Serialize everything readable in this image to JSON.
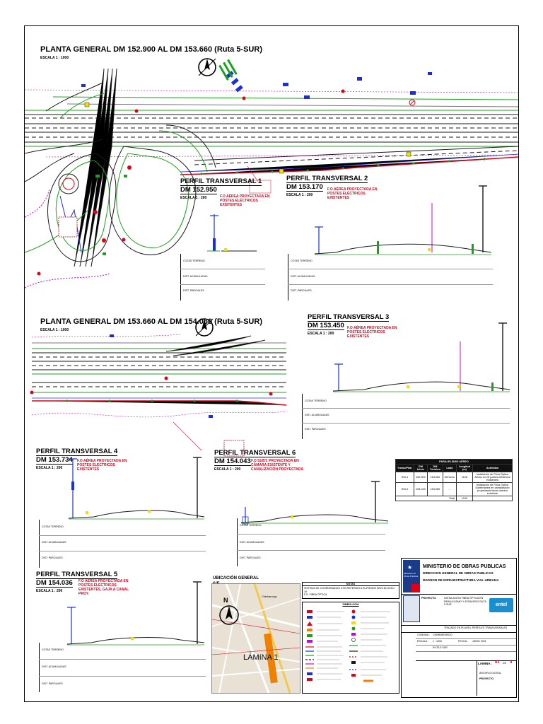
{
  "plans": [
    {
      "title": "PLANTA GENERAL DM 152.900 AL DM 153.660 (Ruta 5-SUR)",
      "scale": "ESCALA 1 : 1000"
    },
    {
      "title": "PLANTA GENERAL DM 153.660 AL DM 154.060 (Ruta 5-SUR)",
      "scale": "ESCALA 1 : 1000"
    }
  ],
  "profiles": [
    {
      "title": "PERFIL TRANSVERSAL 1",
      "dm": "DM 152.950",
      "scale": "ESCALA 1 : 200",
      "note": "F.O AÉREA PROYECTADA EN\nPOSTES ELÉCTRICOS\nEXISTENTES"
    },
    {
      "title": "PERFIL TRANSVERSAL 2",
      "dm": "DM 153.170",
      "scale": "ESCALA 1 : 200",
      "note": "F.O AÉREA PROYECTADA EN\nPOSTES ELÉCTRICOS\nEXISTENTES"
    },
    {
      "title": "PERFIL TRANSVERSAL 3",
      "dm": "DM 153.450",
      "scale": "ESCALA 1 : 200",
      "note": "F.O AÉREA PROYECTADA EN\nPOSTES ELÉCTRICOS\nEXISTENTES"
    },
    {
      "title": "PERFIL TRANSVERSAL 4",
      "dm": "DM 153.734",
      "scale": "ESCALA 1 : 200",
      "note": "F.O AÉREA PROYECTADA EN\nPOSTES ELÉCTRICOS\nEXISTENTES"
    },
    {
      "title": "PERFIL TRANSVERSAL 6",
      "dm": "DM 154.043",
      "scale": "ESCALA 1 : 200",
      "note": "F.O SUBT. PROYECTADA EN\nCÁMARA EXISTENTE Y\nCANALIZACIÓN PROYECTADA"
    },
    {
      "title": "PERFIL TRANSVERSAL 5",
      "dm": "DM 154.036",
      "scale": "ESCALA 1 : 200",
      "note": "F.O AÉREA PROYECTADA EN\nPOSTES ELÉCTRICOS\nEXISTENTES, GAJA A CANAL\nPROY."
    }
  ],
  "profile_rows": [
    "COTAS TERRENO",
    "DIST. ACUMULADAS",
    "DIST. PARCIALES"
  ],
  "location": {
    "title": "UBICACIÓN GENERAL",
    "scale": "S/E",
    "label": "LÁMINA 1",
    "north": "N",
    "place": "Chimbarongo"
  },
  "notes": {
    "title": "NOTAS",
    "text": "SISTEMA DE COORDENADAS UTM REFERIDO A ELIPSOIDE WGS 84 HUSO 19\nF.O. FIBRA ÓPTICA"
  },
  "legend": {
    "title": "SIMBOLOGIA"
  },
  "table": {
    "title": "PARALELISMO AÉREO",
    "headers": [
      "Tramo/Pilar",
      "DM Inicio",
      "DM Término",
      "Lado",
      "Longitud (m)",
      "Actividad"
    ],
    "rows": [
      [
        "S/N-1",
        "152.900",
        "154.060",
        "Derecho",
        "1126",
        "Instalación de Fibra Óptica Aérea en 26 postes eléctricos existentes"
      ],
      [
        "S/N-2",
        "154.043",
        "154.060",
        "-",
        "",
        "Instalación de Fibra Óptica Subterránea en canalización proyectada hacia cámara existente"
      ]
    ],
    "total_label": "Total",
    "total_value": "1210"
  },
  "cartouche": {
    "logo_text": "Ministerio de Obras Públicas",
    "org1": "MINISTERIO DE OBRAS PUBLICAS",
    "org2": "DIRECCION GENERAL DE OBRAS PUBLICAS",
    "org3": "DIVISION DE INFRAESTRUCTURA VIAL URBANA",
    "proyecto_label": "PROYECTO:",
    "proyecto_text": "INSTALACIÓN FIBRA ÓPTICA EN PARALELISMO Y ATRAVIESO RUTA 5 SUR",
    "lamina_label": "LAMINA :",
    "lamina_value": "01",
    "lamina_de": "DE",
    "lamina_total": "4",
    "contenido": "TRAZADO EN PLANTA, PERFILES TRANSVERSALES",
    "comuna_label": "COMUNA :",
    "comuna_value": "CHIMBARONGO",
    "escala_label": "ESCALA :",
    "escala_value": "1 : 1000",
    "fecha_label": "FECHA :",
    "fecha_value": "JUNIO 2021",
    "ruta_value": "RUTA 5 SUR",
    "archivo_label": "ARCHIVO DIGITAL",
    "proyecto_footer": "PROYECTO",
    "brand": "entel"
  },
  "colors": {
    "red": "#e0001a",
    "green": "#1aa31a",
    "blue": "#1a2ee0",
    "magenta": "#d100d1",
    "yellow": "#f0e000",
    "orange": "#f08000",
    "dark": "#1a1a1a"
  }
}
